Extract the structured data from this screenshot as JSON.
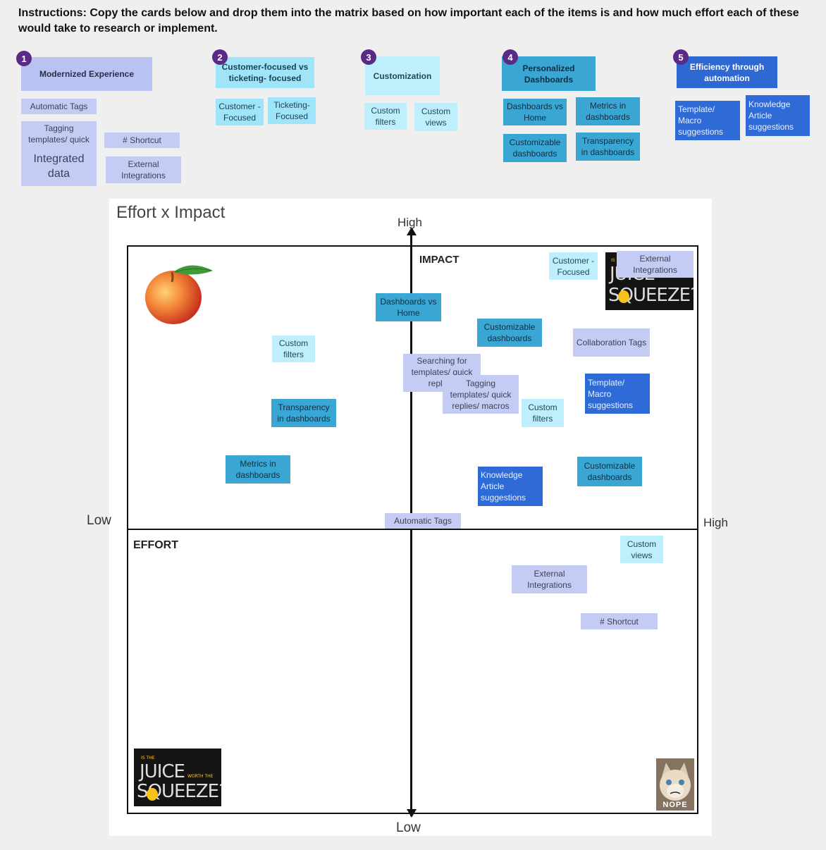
{
  "instructions": "Instructions: Copy the cards below and drop them into the matrix based on how important each of the items is and how much effort each of these would take to research or implement.",
  "categories": [
    {
      "number": "1",
      "header": "Modernized Experience",
      "cards": [
        "Automatic Tags",
        "Tagging templates/ quick",
        "# Shortcut",
        "Integrated data",
        "External Integrations"
      ]
    },
    {
      "number": "2",
      "header": "Customer-focused vs ticketing- focused",
      "cards": [
        "Customer -Focused",
        "Ticketing- Focused"
      ]
    },
    {
      "number": "3",
      "header": "Customization",
      "cards": [
        "Custom filters",
        "Custom views"
      ]
    },
    {
      "number": "4",
      "header": "Personalized Dashboards",
      "cards": [
        "Dashboards vs Home",
        "Metrics in dashboards",
        "Customizable dashboards",
        "Transparency in dashboards"
      ]
    },
    {
      "number": "5",
      "header": "Efficiency through automation",
      "cards": [
        "Template/ Macro suggestions",
        "Knowledge Article suggestions"
      ]
    }
  ],
  "matrix": {
    "title": "Effort x Impact",
    "y_high": "High",
    "y_low": "Low",
    "x_low": "Low",
    "x_high": "High",
    "impact_label": "IMPACT",
    "effort_label": "EFFORT",
    "placed": {
      "customer_focused": "Customer -Focused",
      "external_integrations_top": "External Integrations",
      "dashboards_vs_home": "Dashboards vs Home",
      "customizable_dashboards_1": "Customizable dashboards",
      "collaboration_tags": "Collaboration Tags",
      "custom_filters_left": "Custom filters",
      "searching_templates": "Searching for templates/ quick replies/",
      "tagging_templates": "Tagging templates/ quick replies/ macros",
      "custom_filters_right": "Custom filters",
      "template_macro": "Template/ Macro suggestions",
      "transparency": "Transparency in dashboards",
      "metrics": "Metrics in dashboards",
      "knowledge_article": "Knowledge Article suggestions",
      "customizable_dashboards_2": "Customizable dashboards",
      "automatic_tags": "Automatic Tags",
      "custom_views": "Custom views",
      "external_integrations_bottom": "External Integrations",
      "shortcut": "# Shortcut"
    }
  },
  "juice_image": {
    "line1": "IS THE",
    "line2": "JUICE",
    "line3": "WORTH THE",
    "line4": "SQUEEZE?"
  },
  "cat_image": {
    "caption": "NOPE"
  },
  "colors": {
    "lavender": "#c5ccf4",
    "light_cyan": "#bfeefc",
    "teal": "#3aa6d4",
    "blue": "#2f6bd6",
    "badge_purple": "#5b2a86"
  }
}
